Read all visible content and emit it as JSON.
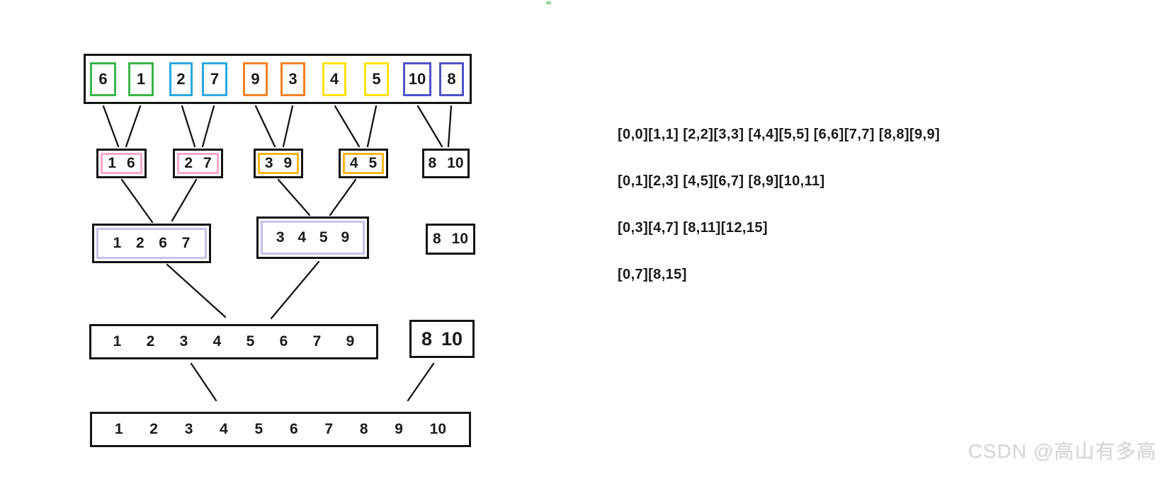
{
  "colors": {
    "green": "#3bb54a",
    "blue": "#2aa8e0",
    "orange": "#f58220",
    "yellow": "#ffe100",
    "indigo": "#4f52c8",
    "pink": "#f9a8c9",
    "gold": "#fdb515",
    "lavender": "#c6c2e8",
    "outline": "#141414",
    "text": "#1a1a1a",
    "watermark": "#d7d7d7"
  },
  "tree": {
    "level0": {
      "cells": [
        {
          "value": "6",
          "border": "#3bb54a"
        },
        {
          "value": "1",
          "border": "#3bb54a"
        },
        {
          "value": "2",
          "border": "#2aa8e0"
        },
        {
          "value": "7",
          "border": "#2aa8e0"
        },
        {
          "value": "9",
          "border": "#f58220"
        },
        {
          "value": "3",
          "border": "#f58220"
        },
        {
          "value": "4",
          "border": "#ffe100"
        },
        {
          "value": "5",
          "border": "#ffe100"
        },
        {
          "value": "10",
          "border": "#4f52c8"
        },
        {
          "value": "8",
          "border": "#4f52c8"
        }
      ]
    },
    "level1": {
      "boxes": [
        {
          "values": [
            "1",
            "6"
          ],
          "accent": "#f9a8c9"
        },
        {
          "values": [
            "2",
            "7"
          ],
          "accent": "#f9a8c9"
        },
        {
          "values": [
            "3",
            "9"
          ],
          "accent": "#fdb515"
        },
        {
          "values": [
            "4",
            "5"
          ],
          "accent": "#fdb515"
        },
        {
          "values": [
            "8",
            "10"
          ]
        }
      ]
    },
    "level2": {
      "boxes": [
        {
          "values": [
            "1",
            "2",
            "6",
            "7"
          ],
          "accent": "#c6c2e8"
        },
        {
          "values": [
            "3",
            "4",
            "5",
            "9"
          ],
          "accent": "#c6c2e8"
        },
        {
          "values": [
            "8",
            "10"
          ]
        }
      ]
    },
    "level3": {
      "boxes": [
        {
          "values": [
            "1",
            "2",
            "3",
            "4",
            "5",
            "6",
            "7",
            "9"
          ]
        },
        {
          "values": [
            "8",
            "10"
          ]
        }
      ]
    },
    "level4": {
      "values": [
        "1",
        "2",
        "3",
        "4",
        "5",
        "6",
        "7",
        "8",
        "9",
        "10"
      ]
    }
  },
  "intervals": {
    "lines": [
      "[0,0][1,1] [2,2][3,3] [4,4][5,5] [6,6][7,7] [8,8][9,9]",
      "[0,1][2,3] [4,5][6,7] [8,9][10,11]",
      "[0,3][4,7] [8,11][12,15]",
      "[0,7][8,15]"
    ]
  },
  "watermark": {
    "text": "CSDN @高山有多高"
  }
}
